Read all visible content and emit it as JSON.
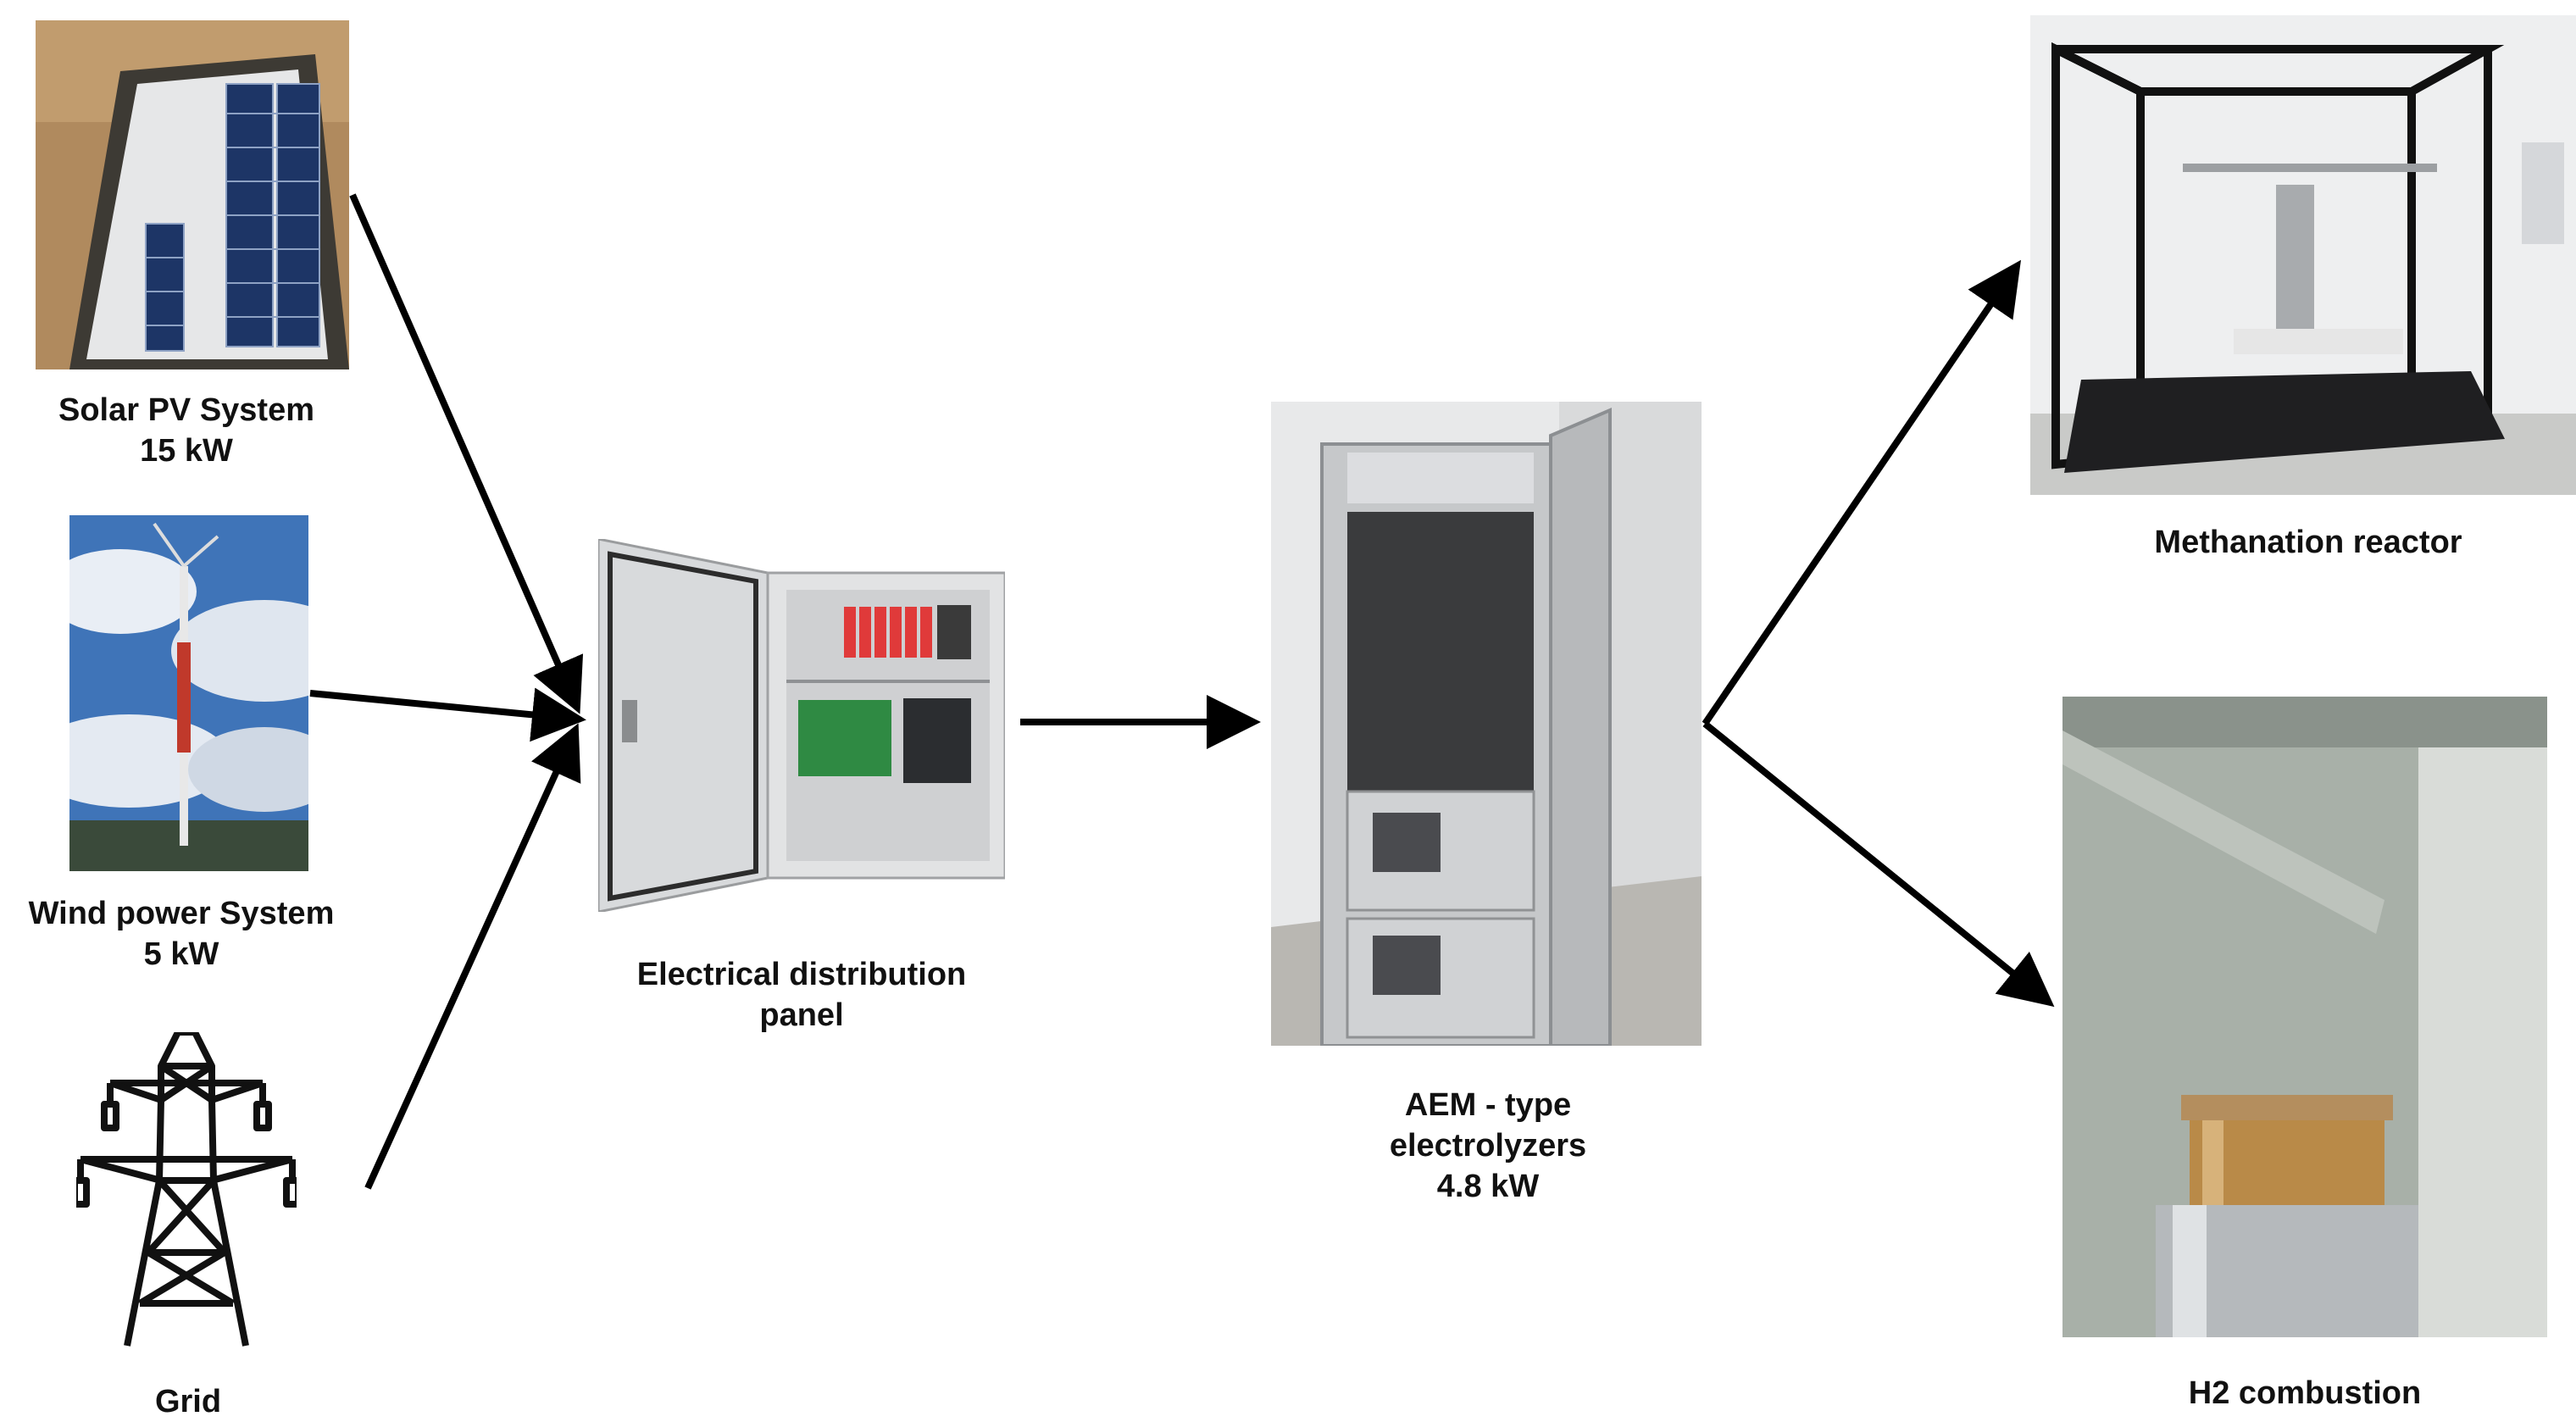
{
  "nodes": {
    "solar": {
      "line1": "Solar PV System",
      "line2": "15 kW"
    },
    "wind": {
      "line1": "Wind power System",
      "line2": "5 kW"
    },
    "grid": {
      "line1": "Grid"
    },
    "panel": {
      "line1": "Electrical distribution",
      "line2": "panel"
    },
    "electrolyzer": {
      "line1": "AEM - type",
      "line2": "electrolyzers",
      "line3": "4.8 kW"
    },
    "methanation": {
      "line1": "Methanation reactor"
    },
    "combustion": {
      "line1": "H2 combustion"
    }
  },
  "icons": {
    "solar": "solar-panel-photo",
    "wind": "wind-turbine-photo",
    "grid": "transmission-tower-icon",
    "panel": "distribution-panel-photo",
    "electrolyzer": "electrolyzer-rack-photo",
    "methanation": "methanation-reactor-photo",
    "combustion": "h2-burner-photo"
  },
  "colors": {
    "arrow": "#000000",
    "text": "#111111"
  }
}
